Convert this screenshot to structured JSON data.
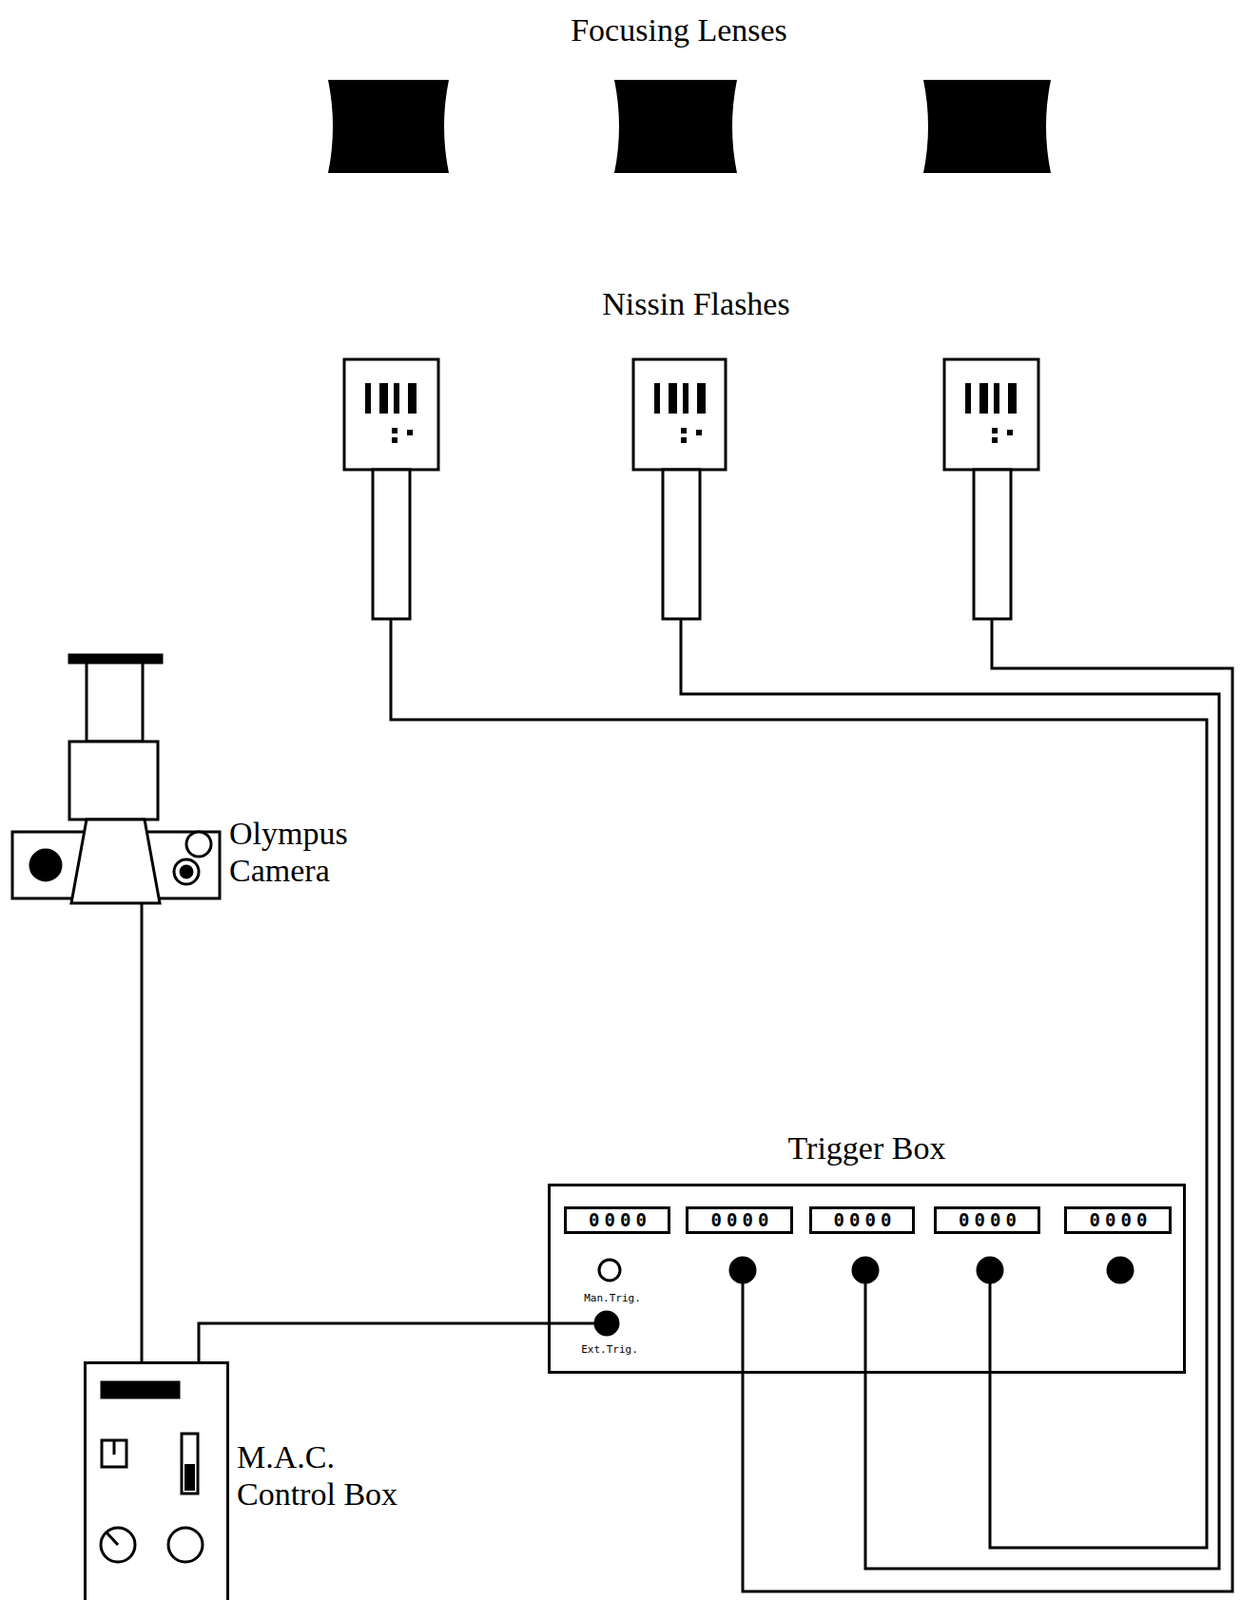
{
  "diagram": {
    "nodes": [
      {
        "text": [
          "Olympus Camera"
        ]
      },
      {
        "text": [
          "M.A.C. Control Box"
        ]
      },
      {
        "text": [
          "Trigger Box",
          "Man.Trig.",
          "Ext.Trig."
        ]
      }
    ],
    "edges": [
      {
        "from": 0,
        "to": 1,
        "arrow": "none"
      },
      {
        "from": 1,
        "to": 2,
        "arrow": "none"
      }
    ],
    "labels": [
      "Focusing Lenses",
      "Nissin Flashes",
      "0000",
      "0000",
      "0000",
      "0000",
      "0000"
    ]
  }
}
